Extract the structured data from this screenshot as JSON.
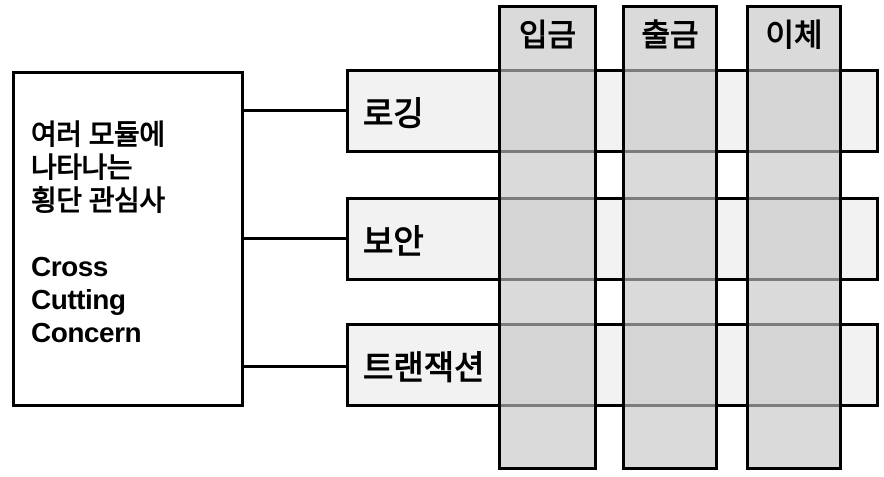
{
  "diagram": {
    "title": "Cross Cutting Concern diagram",
    "box": {
      "lines": [
        "여러 모듈에",
        "나타나는",
        "횡단 관심사",
        "",
        "Cross",
        "Cutting",
        "Concern"
      ]
    },
    "rows": [
      {
        "id": "logging",
        "label": "로깅"
      },
      {
        "id": "security",
        "label": "보안"
      },
      {
        "id": "transaction",
        "label": "트랜잭션"
      }
    ],
    "columns": [
      {
        "id": "deposit",
        "label": "입금"
      },
      {
        "id": "withdraw",
        "label": "출금"
      },
      {
        "id": "transfer",
        "label": "이체"
      }
    ],
    "colors": {
      "background": "#ffffff",
      "border": "#000000",
      "row_fill": "#f2f2f2",
      "column_fill": "#d9d9d9",
      "intersection_fill": "#d4d4d4"
    }
  }
}
